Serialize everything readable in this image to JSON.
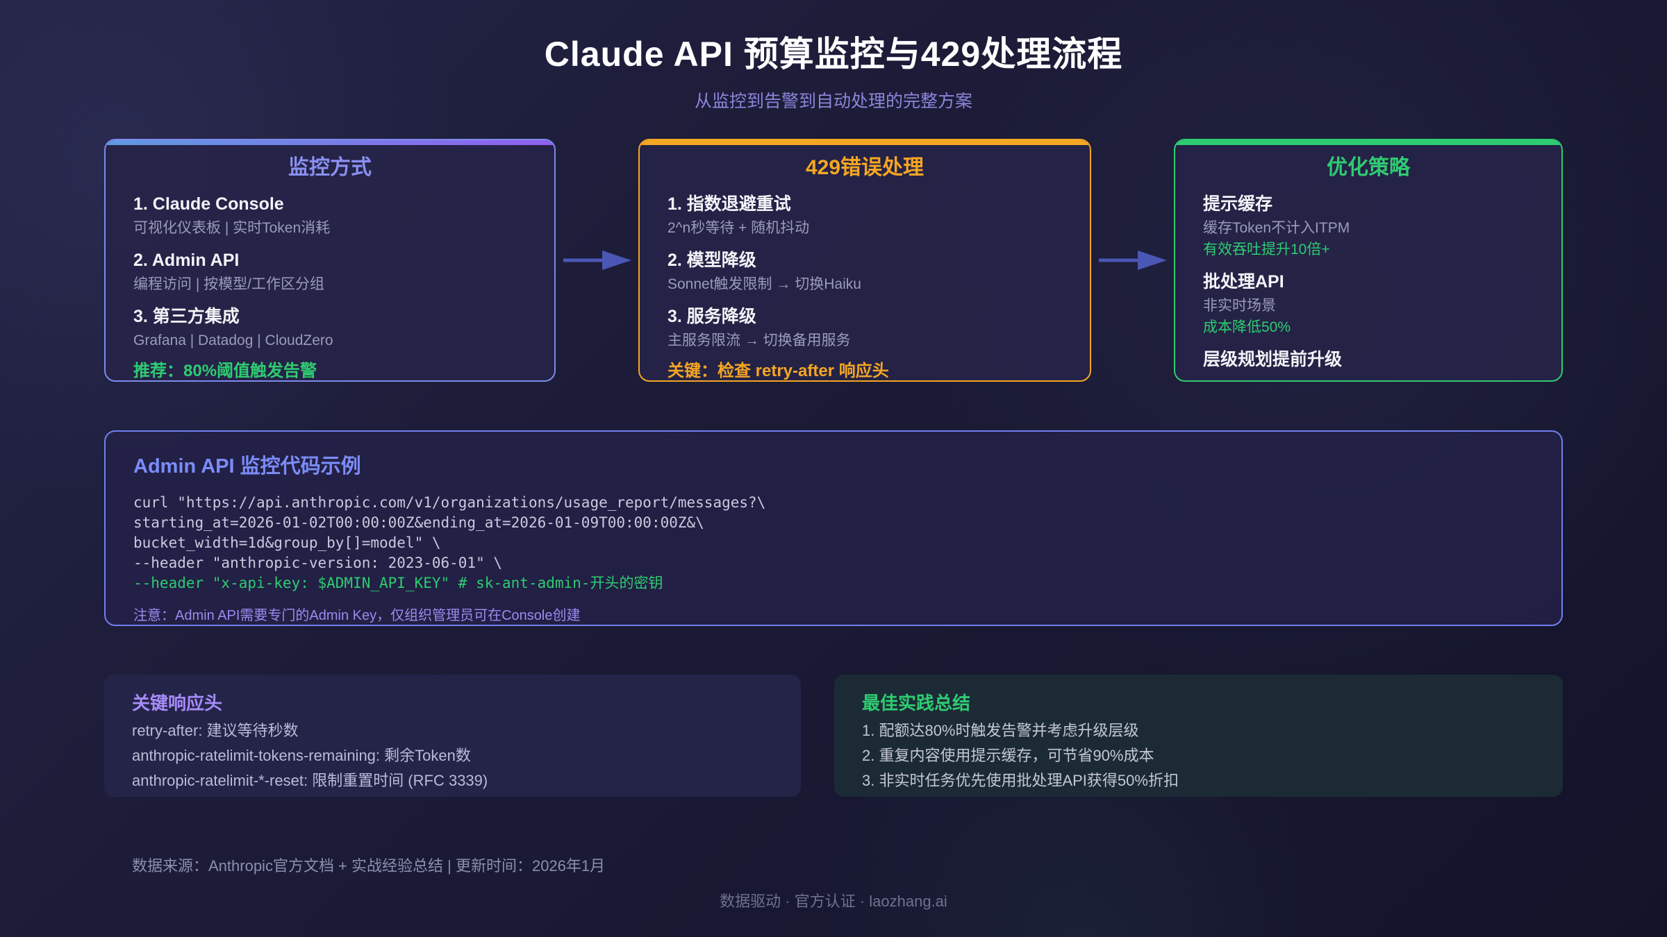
{
  "header": {
    "title": "Claude API 预算监控与429处理流程",
    "subtitle": "从监控到告警到自动处理的完整方案"
  },
  "cards": [
    {
      "name": "monitoring-methods",
      "theme": "purple",
      "title": "监控方式",
      "items": [
        {
          "heading": "1. Claude Console",
          "sub": "可视化仪表板 | 实时Token消耗"
        },
        {
          "heading": "2. Admin API",
          "sub": "编程访问 | 按模型/工作区分组"
        },
        {
          "heading": "3. 第三方集成",
          "sub": "Grafana | Datadog | CloudZero"
        }
      ],
      "footnote": "推荐：80%阈值触发告警",
      "footnote_color": "#2ecc71"
    },
    {
      "name": "429-error-handling",
      "theme": "orange",
      "title": "429错误处理",
      "items": [
        {
          "heading": "1. 指数退避重试",
          "sub": "2^n秒等待 + 随机抖动"
        },
        {
          "heading": "2. 模型降级",
          "sub": "Sonnet触发限制 → 切换Haiku"
        },
        {
          "heading": "3. 服务降级",
          "sub": "主服务限流 → 切换备用服务"
        }
      ],
      "footnote": "关键：检查 retry-after 响应头",
      "footnote_color": "#f5a623"
    },
    {
      "name": "optimization-strategies",
      "theme": "green",
      "title": "优化策略",
      "items": [
        {
          "heading": "提示缓存",
          "sub": "缓存Token不计入ITPM",
          "highlight": "有效吞吐提升10倍+"
        },
        {
          "heading": "批处理API",
          "sub": "非实时场景",
          "highlight": "成本降低50%"
        },
        {
          "heading": "层级规划提前升级"
        }
      ]
    }
  ],
  "code_panel": {
    "title": "Admin API 监控代码示例",
    "lines": [
      {
        "text": "curl \"https://api.anthropic.com/v1/organizations/usage_report/messages?\\"
      },
      {
        "text": "starting_at=2026-01-02T00:00:00Z&ending_at=2026-01-09T00:00:00Z&\\"
      },
      {
        "text": "bucket_width=1d&group_by[]=model\" \\"
      },
      {
        "text": "--header \"anthropic-version: 2023-06-01\" \\"
      },
      {
        "text": "--header \"x-api-key: $ADMIN_API_KEY\" # sk-ant-admin-开头的密钥",
        "color": "#2ecc71"
      }
    ],
    "note": "注意：Admin API需要专门的Admin Key，仅组织管理员可在Console创建"
  },
  "headers_panel": {
    "title": "关键响应头",
    "lines": [
      "retry-after: 建议等待秒数",
      "anthropic-ratelimit-tokens-remaining: 剩余Token数",
      "anthropic-ratelimit-*-reset: 限制重置时间 (RFC 3339)"
    ]
  },
  "practices_panel": {
    "title": "最佳实践总结",
    "lines": [
      "1. 配额达80%时触发告警并考虑升级层级",
      "2. 重复内容使用提示缓存，可节省90%成本",
      "3. 非实时任务优先使用批处理API获得50%折扣"
    ]
  },
  "footer": {
    "source_line": "数据来源：Anthropic官方文档 + 实战经验总结 | 更新时间：2026年1月",
    "brand_line": "数据驱动 · 官方认证 · laozhang.ai"
  },
  "colors": {
    "purple_accent": "#7d8aec",
    "purple_title": "#8a90f0",
    "purple_gradient_from": "#5e9be0",
    "purple_gradient_to": "#915ff0",
    "orange_accent": "#f5a623",
    "green_accent": "#2ecc71",
    "arrow": "#4a57b5",
    "code_border": "#7080ee",
    "code_title": "#7b8cf8",
    "note_purple": "#9c8bef",
    "headers_title": "#a78bfa"
  }
}
